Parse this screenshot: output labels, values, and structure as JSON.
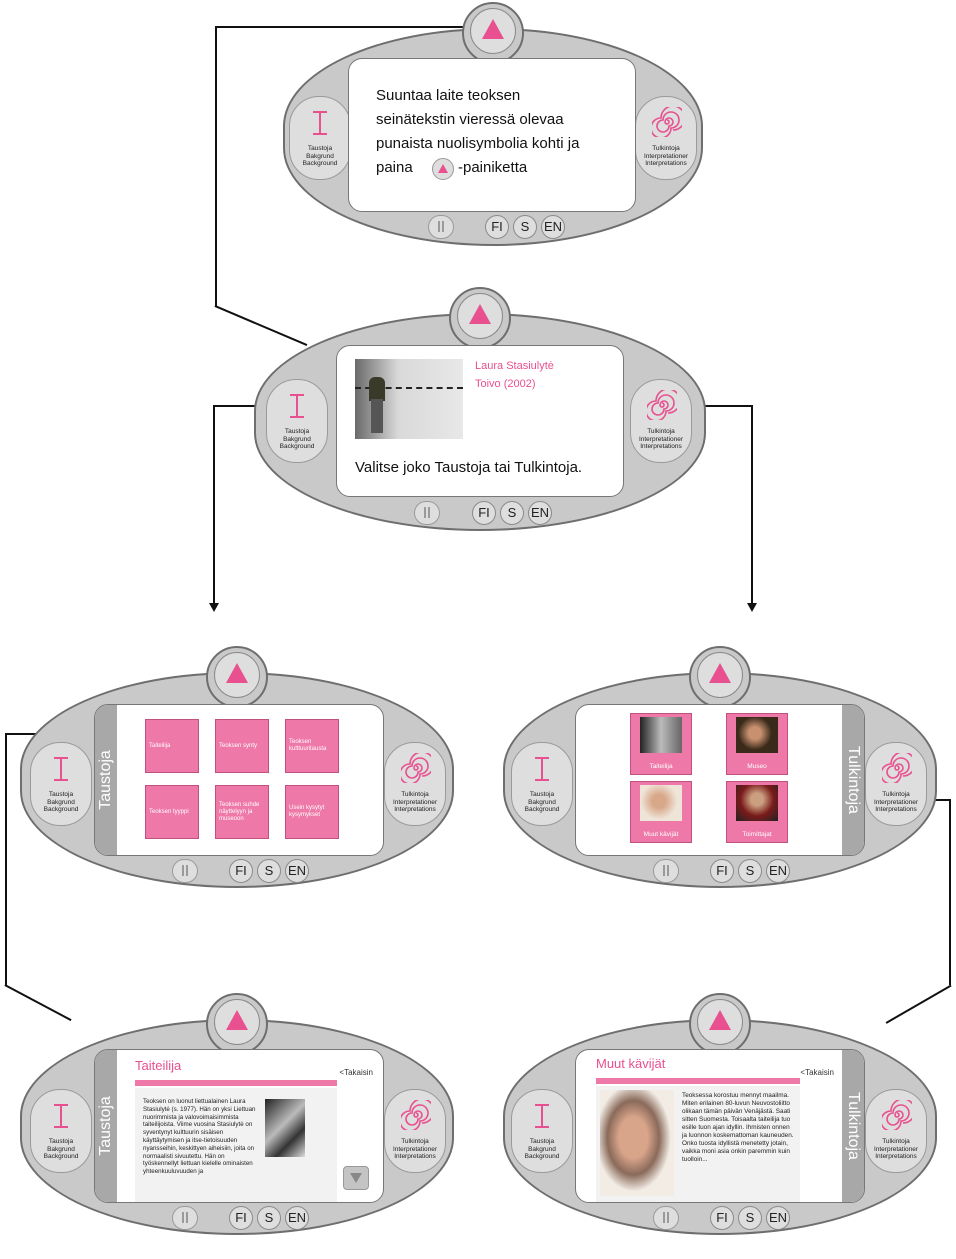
{
  "common": {
    "side_left": [
      "Taustoja",
      "Bakgrund",
      "Background"
    ],
    "side_right": [
      "Tulkintoja",
      "Interpretationer",
      "Interpretations"
    ],
    "langs": [
      "FI",
      "S",
      "EN"
    ]
  },
  "screen1": {
    "instruction_lines": [
      "Suuntaa laite teoksen",
      "seinätekstin vieressä olevaa",
      "punaista nuolisymbolia kohti ja"
    ],
    "last_line_before": "paina",
    "last_line_after": "-painiketta"
  },
  "screen2": {
    "artist": "Laura Stasiulytė",
    "work": "Toivo (2002)",
    "prompt": "Valitse joko Taustoja tai Tulkintoja."
  },
  "screen3": {
    "tab": "Taustoja",
    "tiles": [
      "Taiteilija",
      "Teoksen synty",
      "Teoksen kulttuuritausta",
      "Teoksen tyyppi",
      "Teoksen suhde näyttelyyn ja museoon",
      "Usein kysytyt kysymykset"
    ]
  },
  "screen4": {
    "tab": "Tulkintoja",
    "tiles": [
      "Taiteilija",
      "Museo",
      "Muut kävijät",
      "Toimittajat"
    ]
  },
  "screen5": {
    "tab": "Taustoja",
    "title": "Taiteilija",
    "back": "<Takaisin",
    "text": "Teoksen on luonut liettualainen Laura Stasiulytė (s. 1977). Hän on yksi Liettuan nuorimmista ja valovoimaisimmista taiteilijoista. Viime vuosina Stasiulytė on syventynyt kulttuurin sisäisen käyttäytymisen ja itse-tietoisuuden nyansseihin, keskittyen aiheisiin, joita on normaalisti sivuutettu. Hän on työskennellyt liettuan kielelle ominaisten yhteenkuuluvuuden ja"
  },
  "screen6": {
    "tab": "Tulkintoja",
    "title": "Muut kävijät",
    "back": "<Takaisin",
    "text": "Teoksessa korostuu mennyt maailma. Miten erilainen 80-luvun Neuvostoliitto olikaan tämän päivän Venäjästä. Saati sitten Suomesta. Toisaalta taiteilija tuo esille tuon ajan idyllin. Ihmisten onnen ja luonnon koskemattoman kauneuden. Onko tuosta idyllistä menetetty jotain, vaikka moni asia onkin paremmin kuin tuolloin..."
  },
  "colors": {
    "accent": "#e8508f",
    "tile": "#ee78a7",
    "device": "#c9c9c9"
  }
}
